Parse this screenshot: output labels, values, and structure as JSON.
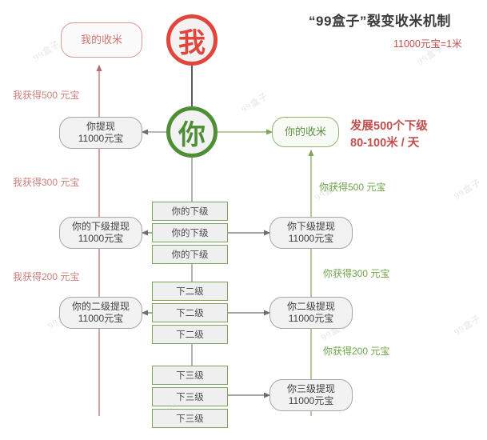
{
  "header": {
    "title": "“99盒子”裂变收米机制",
    "subtitle": "11000元宝=1米"
  },
  "watermark": {
    "text": "99盒子"
  },
  "colors": {
    "red": "#e0463c",
    "green": "#4e8f36",
    "note_red": "#c9807b",
    "note_green": "#6fa34a",
    "callout_red": "#c0504d",
    "box_border_green": "#7fa35c",
    "box_fill_gray": "#efefef",
    "wire_red": "#b56c6c",
    "wire_green": "#8aab6b",
    "wire_gray": "#8c8c8c",
    "wire_dark": "#333333"
  },
  "nodes": {
    "me_circle": "我",
    "you_circle": "你",
    "my_income": "我的收米",
    "your_income": "你的收米",
    "you_withdraw": {
      "line1": "你提现",
      "line2": "11000元宝"
    },
    "my_sub_withdraw": {
      "line1": "你的下级提现",
      "line2": "11000元宝"
    },
    "my_lv2_withdraw": {
      "line1": "你的二级提现",
      "line2": "11000元宝"
    },
    "your_sub_withdraw": {
      "line1": "你下级提现",
      "line2": "11000元宝"
    },
    "your_lv2_withdraw": {
      "line1": "你二级提现",
      "line2": "11000元宝"
    },
    "your_lv3_withdraw": {
      "line1": "你三级提现",
      "line2": "11000元宝"
    }
  },
  "levels": [
    {
      "key": "level-1",
      "label": "你的下级",
      "items": [
        "你的下级",
        "你的下级",
        "你的下级"
      ]
    },
    {
      "key": "level-2",
      "label": "下二级",
      "items": [
        "下二级",
        "下二级",
        "下二级"
      ]
    },
    {
      "key": "level-3",
      "label": "下三级",
      "items": [
        "下三级",
        "下三级",
        "下三级"
      ]
    }
  ],
  "notes": {
    "left": [
      "我获得500 元宝",
      "我获得300 元宝",
      "我获得200 元宝"
    ],
    "right": [
      "你获得500 元宝",
      "你获得300 元宝",
      "你获得200 元宝"
    ]
  },
  "callout": {
    "line1": "发展500个下级",
    "line2": "80-100米 / 天"
  }
}
